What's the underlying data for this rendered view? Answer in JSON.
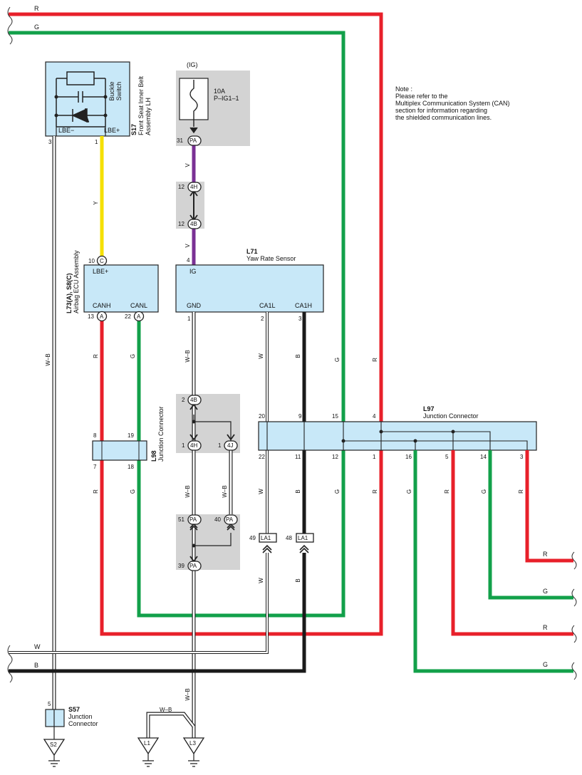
{
  "colors": {
    "red": "#e8202a",
    "green": "#12a04a",
    "yellow": "#f5e000",
    "violet": "#7a3194",
    "black": "#1a1a1a",
    "box_fill": "#c8e8f8",
    "gray_bg": "#d3d3d3"
  },
  "buses": {
    "top_r": "R",
    "top_g": "G",
    "bottom_w": "W",
    "bottom_b": "B"
  },
  "s17": {
    "code": "S17",
    "name_line1": "Front Seat Inner Belt",
    "name_line2": "Assembly LH",
    "switch_line1": "Buckle",
    "switch_line2": "Switch",
    "pin_lbe_minus_label": "LBE−",
    "pin_lbe_plus_label": "LBE+",
    "pin_lbe_minus_num": "3",
    "pin_lbe_plus_num": "1"
  },
  "fuse": {
    "ig": "(IG)",
    "rating": "10A",
    "name": "P–IG1–1",
    "pin": "31",
    "conn": "PA"
  },
  "s8": {
    "code": "L73(A), S8(C)",
    "name": "Airbag ECU Assembly",
    "lbe_label": "LBE+",
    "lbe_pin": "10",
    "lbe_conn": "C",
    "canh_label": "CANH",
    "canl_label": "CANL",
    "canh_pin": "13",
    "canl_pin": "22",
    "can_conn": "A"
  },
  "l71": {
    "code": "L71",
    "name": "Yaw Rate Sensor",
    "ig_label": "IG",
    "ig_pin": "4",
    "gnd_label": "GND",
    "ca1l_label": "CA1L",
    "ca1h_label": "CA1H",
    "gnd_pin": "1",
    "ca1l_pin": "2",
    "ca1h_pin": "3"
  },
  "conn_4h_top": {
    "pin": "12",
    "conn": "4H"
  },
  "conn_4b_top": {
    "pin": "12",
    "conn": "4B"
  },
  "note": {
    "line1": "Note :",
    "line2": "Please refer to the",
    "line3": "Multiplex Communication System (CAN)",
    "line4": "section for information regarding",
    "line5": "the shielded communication lines."
  },
  "l97": {
    "code": "L97",
    "name": "Junction Connector",
    "top_pins": [
      "20",
      "9",
      "15",
      "4"
    ],
    "bottom_pins": [
      "22",
      "11",
      "12",
      "1",
      "16",
      "5",
      "14",
      "3"
    ]
  },
  "l98": {
    "code": "L98",
    "name": "Junction Connector",
    "top_left": "8",
    "top_right": "19",
    "bottom_left": "7",
    "bottom_right": "18"
  },
  "mid_conns": {
    "c4b": {
      "pin": "2",
      "conn": "4B"
    },
    "c4h": {
      "pin": "1",
      "conn": "4H"
    },
    "c4j": {
      "pin": "1",
      "conn": "4J"
    },
    "cpa51": {
      "pin": "51",
      "conn": "PA"
    },
    "cpa40": {
      "pin": "40",
      "conn": "PA"
    },
    "cpa39": {
      "pin": "39",
      "conn": "PA"
    }
  },
  "la1": {
    "left_pin": "49",
    "right_pin": "48",
    "label": "LA1"
  },
  "s57": {
    "code": "S57",
    "name_line1": "Junction",
    "name_line2": "Connector",
    "pin": "5"
  },
  "grounds": {
    "s2": "S2",
    "l1": "L1",
    "l3": "L3"
  },
  "wire_labels": {
    "y": "Y",
    "v": "V",
    "wb": "W–B",
    "w": "W",
    "b": "B",
    "r": "R",
    "g": "G"
  },
  "right_out": {
    "r1": "R",
    "g1": "G",
    "r2": "R",
    "g2": "G"
  }
}
